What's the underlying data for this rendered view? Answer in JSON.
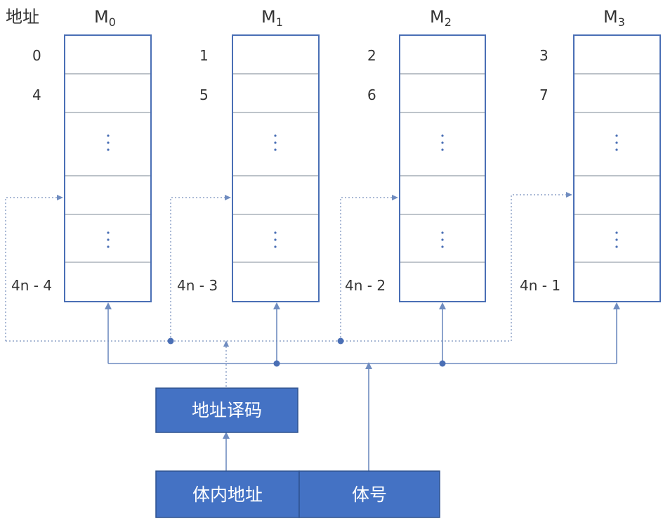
{
  "header": {
    "address_label": "地址"
  },
  "modules": [
    {
      "name_main": "M",
      "name_sub": "0",
      "addresses": [
        "0",
        "4",
        "",
        "",
        "",
        "4n - 4"
      ]
    },
    {
      "name_main": "M",
      "name_sub": "1",
      "addresses": [
        "1",
        "5",
        "",
        "",
        "",
        "4n - 3"
      ]
    },
    {
      "name_main": "M",
      "name_sub": "2",
      "addresses": [
        "2",
        "6",
        "",
        "",
        "",
        "4n - 2"
      ]
    },
    {
      "name_main": "M",
      "name_sub": "3",
      "addresses": [
        "3",
        "7",
        "",
        "",
        "",
        "4n - 1"
      ]
    }
  ],
  "blocks": {
    "decoder": "地址译码",
    "intra_address": "体内地址",
    "bank_number": "体号"
  },
  "colors": {
    "block_fill": "#4472c4",
    "module_border": "#4a6fb5",
    "line": "#6f8cc0",
    "dashed_line": "#8fa3c9"
  }
}
